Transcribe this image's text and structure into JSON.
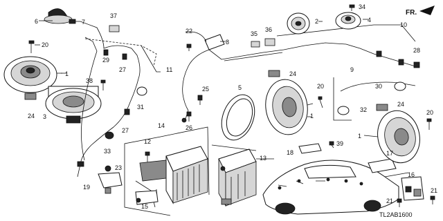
{
  "direction_label": "FR.",
  "diagram_code": "TL2AB1600",
  "callouts": {
    "c1a": "1",
    "c1b": "1",
    "c1c": "1",
    "c2": "2",
    "c3": "3",
    "c4": "4",
    "c5": "5",
    "c6": "6",
    "c7": "7",
    "c8": "8",
    "c9": "9",
    "c10": "10",
    "c11": "11",
    "c12": "12",
    "c13": "13",
    "c14": "14",
    "c15": "15",
    "c16": "16",
    "c17": "17",
    "c18": "18",
    "c19": "19",
    "c20a": "20",
    "c20b": "20",
    "c20c": "20",
    "c21a": "21",
    "c21b": "21",
    "c22": "22",
    "c23": "23",
    "c24a": "24",
    "c24b": "24",
    "c24c": "24",
    "c25": "25",
    "c26": "26",
    "c27a": "27",
    "c27b": "27",
    "c28": "28",
    "c29": "29",
    "c30": "30",
    "c31": "31",
    "c32": "32",
    "c33": "33",
    "c34": "34",
    "c35": "35",
    "c36": "36",
    "c37": "37",
    "c38": "38",
    "c39": "39"
  }
}
